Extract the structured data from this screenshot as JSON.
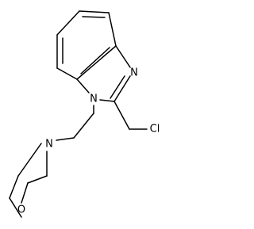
{
  "molecule": {
    "atoms": {
      "n_imidazole": "N",
      "n_substituted": "N",
      "chlorine": "Cl",
      "n_morpholine": "N",
      "o_morpholine": "O"
    }
  }
}
